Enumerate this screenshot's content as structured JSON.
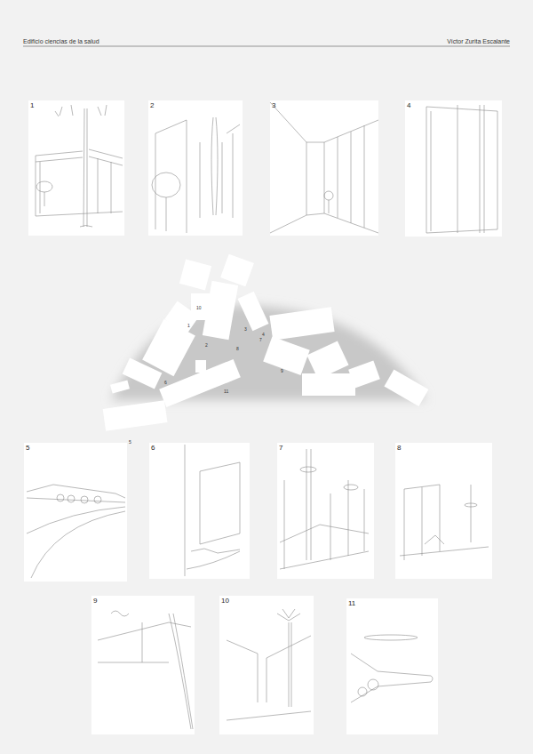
{
  "diagram": {
    "title": "Edificio ciencias de la salud",
    "nodes": [
      {
        "text": [
          "1"
        ]
      },
      {
        "text": [
          "2"
        ]
      },
      {
        "text": [
          "3"
        ]
      },
      {
        "text": [
          "4"
        ]
      },
      {
        "text": [
          "5"
        ]
      },
      {
        "text": [
          "6"
        ]
      },
      {
        "text": [
          "7"
        ]
      },
      {
        "text": [
          "8"
        ]
      },
      {
        "text": [
          "9"
        ]
      },
      {
        "text": [
          "10"
        ]
      },
      {
        "text": [
          "11"
        ]
      }
    ],
    "labels": [
      "Víctor Zurita Escalante",
      "10",
      "1",
      "3",
      "4",
      "7",
      "2",
      "8",
      "9",
      "6",
      "11",
      "5"
    ]
  }
}
